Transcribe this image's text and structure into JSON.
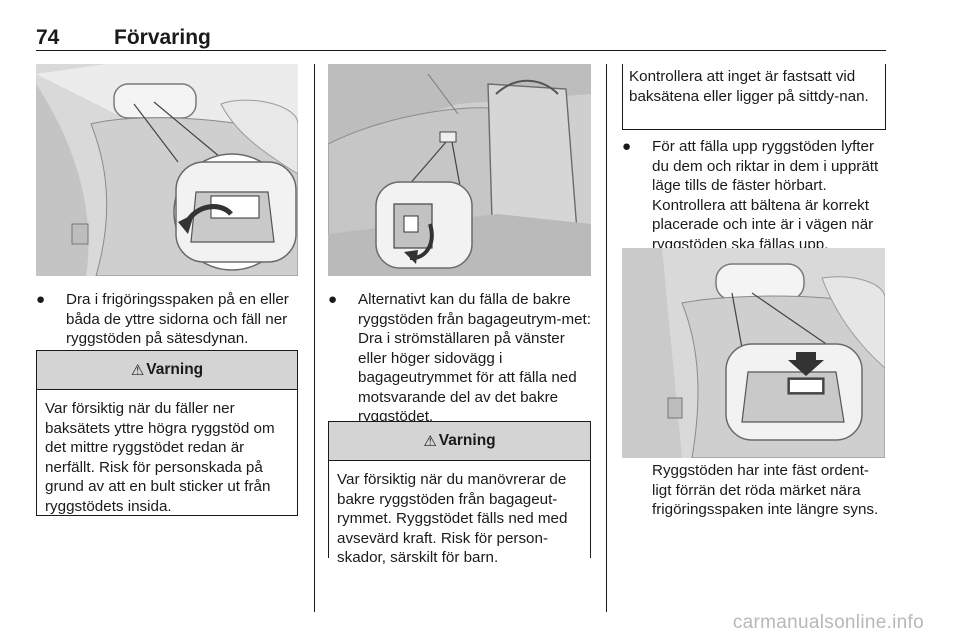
{
  "header": {
    "page_number": "74",
    "title": "Förvaring"
  },
  "column1": {
    "bullet": "Dra i frigöringsspaken på en eller båda de yttre sidorna och fäll ner ryggstöden på sätesdynan.",
    "warning": {
      "title": "Varning",
      "text": "Var försiktig när du fäller ner baksätets yttre högra ryggstöd om det mittre ryggstödet redan är nerfällt. Risk för personskada på grund av att en bult sticker ut från ryggstödets insida."
    }
  },
  "column2": {
    "bullet": "Alternativt kan du fälla de bakre ryggstöden från bagageutrym-met: Dra i strömställaren på vänster eller höger sidovägg i bagageutrymmet för att fälla ned motsvarande del av det bakre ryggstödet.",
    "warning": {
      "title": "Varning",
      "text": "Var försiktig när du manövrerar de bakre ryggstöden från bagageut-rymmet. Ryggstödet fälls ned med avsevärd kraft. Risk för person-skador, särskilt för barn."
    }
  },
  "column3": {
    "note": "Kontrollera att inget är fastsatt vid baksätena eller ligger på sittdy-nan.",
    "bullet": "För att fälla upp ryggstöden lyfter du dem och riktar in dem i upprätt läge tills de fäster hörbart. Kontrollera att bältena är korrekt placerade och inte är i vägen när ryggstöden ska fällas upp.",
    "caption": "Ryggstöden har inte fäst ordent-ligt förrän det röda märket nära frigöringsspaken inte längre syns."
  },
  "bullet_symbol": "●",
  "warning_symbol": "⚠",
  "watermark": "carmanualsonline.info"
}
